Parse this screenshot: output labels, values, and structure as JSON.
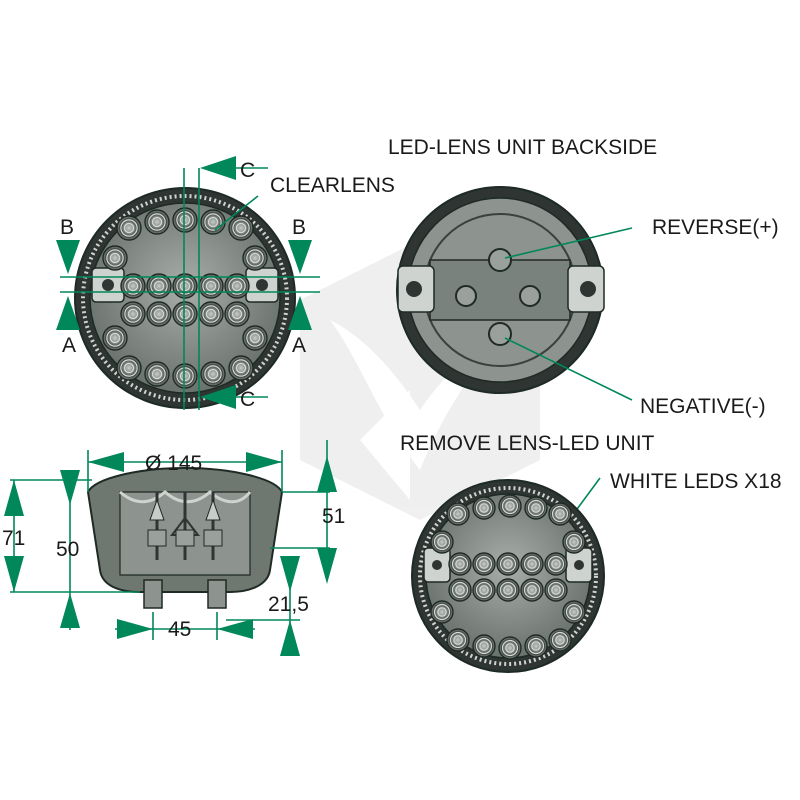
{
  "labels": {
    "backside_title": "LED-LENS UNIT BACKSIDE",
    "clearlens": "CLEARLENS",
    "reverse": "REVERSE(+)",
    "negative": "NEGATIVE(-)",
    "remove_title": "REMOVE LENS-LED UNIT",
    "white_leds": "WHITE LEDS X18",
    "section_b": "B",
    "section_a": "A",
    "section_c": "C"
  },
  "dimensions": {
    "diameter": "Ø 145",
    "height_total": "71",
    "height_body": "50",
    "depth": "51",
    "mount_offset": "21,5",
    "mount_spacing": "45"
  },
  "colors": {
    "accent": "#00875a",
    "lamp_body": "#6f7771",
    "lamp_dark": "#2e3532",
    "lamp_face": "#9aa09b",
    "watermark": "#e6e6e6"
  }
}
